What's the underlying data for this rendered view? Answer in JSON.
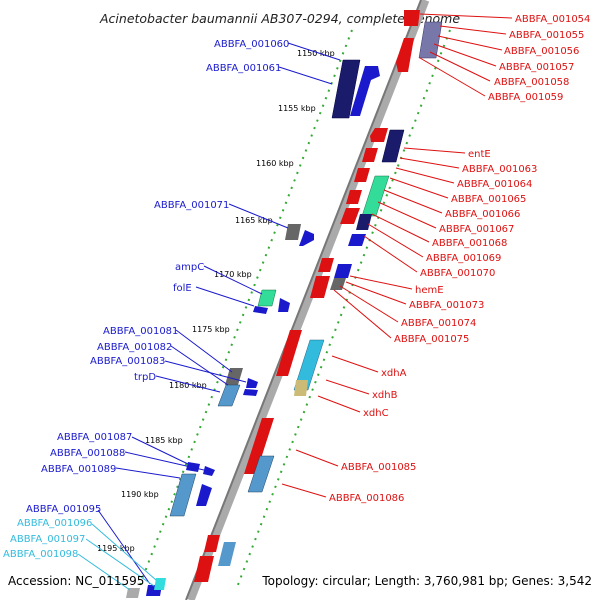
{
  "title": "Acinetobacter baumannii AB307-0294, complete genome",
  "footer": {
    "accession": "Accession: NC_011595",
    "summary": "Topology: circular; Length: 3,760,981 bp; Genes: 3,542"
  },
  "colors": {
    "backbone": "#999999",
    "ring_outer": "#33aa33",
    "ring_inner": "#33aa33",
    "label_left": "#1a1acc",
    "label_left_light": "#33bbdd",
    "label_right": "#dd1111"
  },
  "kbp_ticks": [
    "1150 kbp",
    "1155 kbp",
    "1160 kbp",
    "1165 kbp",
    "1170 kbp",
    "1175 kbp",
    "1180 kbp",
    "1185 kbp",
    "1190 kbp",
    "1195 kbp"
  ],
  "genes_left": [
    {
      "label": "ABBFA_001060",
      "color": "#1a1acc"
    },
    {
      "label": "ABBFA_001061",
      "color": "#1a1acc"
    },
    {
      "label": "ABBFA_001071",
      "color": "#1a1acc"
    },
    {
      "label": "ampC",
      "color": "#1a1acc"
    },
    {
      "label": "folE",
      "color": "#1a1acc"
    },
    {
      "label": "ABBFA_001081",
      "color": "#1a1acc"
    },
    {
      "label": "ABBFA_001082",
      "color": "#1a1acc"
    },
    {
      "label": "ABBFA_001083",
      "color": "#1a1acc"
    },
    {
      "label": "trpD",
      "color": "#1a1acc"
    },
    {
      "label": "ABBFA_001087",
      "color": "#1a1acc"
    },
    {
      "label": "ABBFA_001088",
      "color": "#1a1acc"
    },
    {
      "label": "ABBFA_001089",
      "color": "#1a1acc"
    },
    {
      "label": "ABBFA_001095",
      "color": "#1a1acc"
    },
    {
      "label": "ABBFA_001096",
      "color": "#33bbdd"
    },
    {
      "label": "ABBFA_001097",
      "color": "#33bbdd"
    },
    {
      "label": "ABBFA_001098",
      "color": "#33bbdd"
    }
  ],
  "genes_right": [
    {
      "label": "ABBFA_001054"
    },
    {
      "label": "ABBFA_001055"
    },
    {
      "label": "ABBFA_001056"
    },
    {
      "label": "ABBFA_001057"
    },
    {
      "label": "ABBFA_001058"
    },
    {
      "label": "ABBFA_001059"
    },
    {
      "label": "entE"
    },
    {
      "label": "ABBFA_001063"
    },
    {
      "label": "ABBFA_001064"
    },
    {
      "label": "ABBFA_001065"
    },
    {
      "label": "ABBFA_001066"
    },
    {
      "label": "ABBFA_001067"
    },
    {
      "label": "ABBFA_001068"
    },
    {
      "label": "ABBFA_001069"
    },
    {
      "label": "ABBFA_001070"
    },
    {
      "label": "hemE"
    },
    {
      "label": "ABBFA_001073"
    },
    {
      "label": "ABBFA_001074"
    },
    {
      "label": "ABBFA_001075"
    },
    {
      "label": "xdhA"
    },
    {
      "label": "xdhB"
    },
    {
      "label": "xdhC"
    },
    {
      "label": "ABBFA_001085"
    },
    {
      "label": "ABBFA_001086"
    }
  ]
}
